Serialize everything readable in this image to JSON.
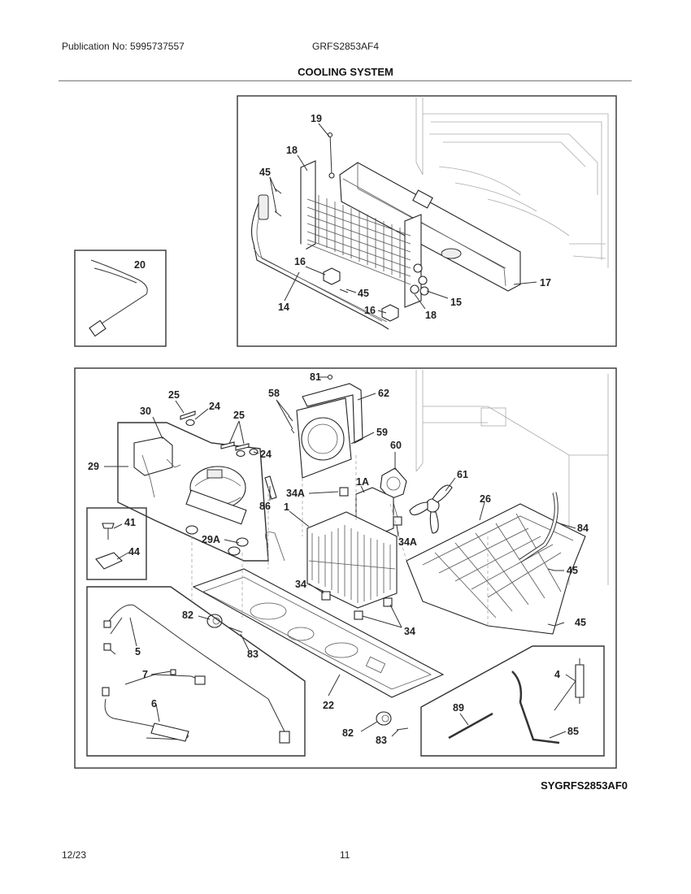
{
  "header": {
    "publication": "Publication No: 5995737557",
    "model": "GRFS2853AF4",
    "section_title": "COOLING SYSTEM"
  },
  "diagram_code": "SYGRFS2853AF0",
  "footer": {
    "date": "12/23",
    "page": "11"
  },
  "callouts": {
    "top": [
      "19",
      "18",
      "45",
      "16",
      "45",
      "14",
      "16",
      "18",
      "15",
      "17"
    ],
    "inset_20": [
      "20"
    ],
    "bottom": [
      "81",
      "62",
      "58",
      "25",
      "24",
      "30",
      "25",
      "24",
      "59",
      "60",
      "29",
      "1A",
      "61",
      "86",
      "34A",
      "1",
      "26",
      "41",
      "34A",
      "84",
      "44",
      "29A",
      "34",
      "45",
      "82",
      "34",
      "45",
      "83",
      "5",
      "7",
      "22",
      "4",
      "6",
      "89",
      "82",
      "85",
      "83"
    ]
  }
}
